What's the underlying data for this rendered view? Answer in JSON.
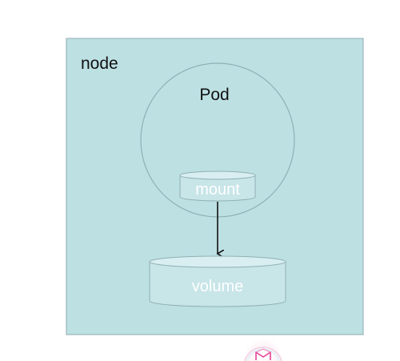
{
  "labels": {
    "node": "node",
    "pod": "Pod",
    "mount": "mount",
    "volume": "volume"
  },
  "colors": {
    "node_fill": "#bde0e3",
    "node_stroke": "#8eaab0",
    "cylinder_fill": "#c8e5e8",
    "cylinder_top": "#d8eef0",
    "outline": "#8fb0b4",
    "arrow": "#111111",
    "logo_pink": "#e8449a"
  },
  "icons": {
    "logo": "brand-logo-icon"
  }
}
